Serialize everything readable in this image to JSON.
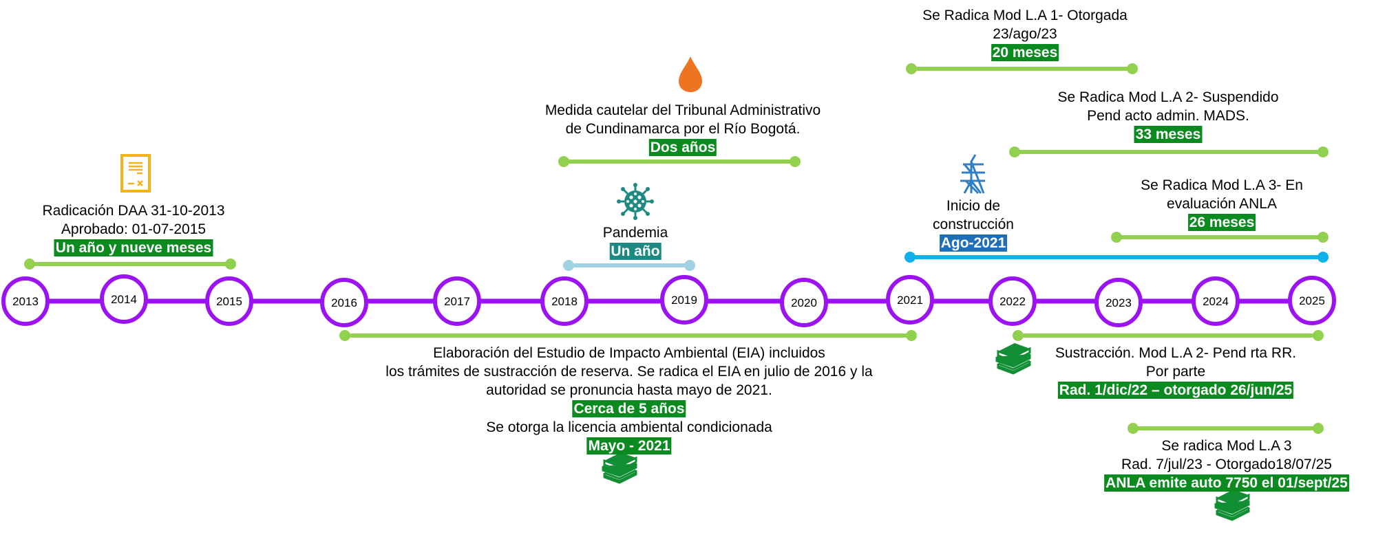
{
  "colors": {
    "axis": "#9b13f0",
    "span_green": "#92d050",
    "span_lightblue": "#9fd3e3",
    "span_blue": "#0fb0ea",
    "badge_green": "#0a8a1f",
    "badge_teal": "#1c8a82",
    "badge_blue": "#1f6fb8",
    "drop_orange": "#ee7421",
    "doc_yellow": "#f5b21b",
    "virus_teal": "#1c8a82",
    "tower_blue": "#2f7fc7",
    "books_green": "#128f35"
  },
  "years": [
    "2013",
    "2014",
    "2015",
    "2016",
    "2017",
    "2018",
    "2019",
    "2020",
    "2021",
    "2022",
    "2023",
    "2024",
    "2025"
  ],
  "events": {
    "daa": {
      "lines": [
        "Radicación DAA  31-10-2013",
        "Aprobado: 01-07-2015"
      ],
      "badge": "Un año y nueve meses",
      "icon": "document-icon"
    },
    "medida_cautelar": {
      "lines": [
        "Medida cautelar del Tribunal Administrativo",
        "de Cundinamarca por el Río Bogotá."
      ],
      "badge": "Dos años",
      "icon": "water-drop-icon"
    },
    "pandemia": {
      "lines": [
        "Pandemia"
      ],
      "badge": "Un año",
      "icon": "virus-icon"
    },
    "construccion": {
      "lines": [
        "Inicio de",
        "construcción"
      ],
      "badge": "Ago-2021",
      "icon": "power-tower-icon"
    },
    "mod_la_1": {
      "lines": [
        "Se Radica Mod L.A 1- Otorgada",
        "23/ago/23"
      ],
      "badge": "20 meses"
    },
    "mod_la_2": {
      "lines": [
        "Se Radica Mod L.A 2- Suspendido",
        "Pend acto admin. MADS."
      ],
      "badge": "33 meses"
    },
    "mod_la_3_eval": {
      "lines": [
        "Se Radica Mod L.A 3- En",
        "evaluación ANLA"
      ],
      "badge": "26 meses"
    },
    "eia": {
      "lines": [
        "Elaboración del Estudio de Impacto Ambiental (EIA) incluidos",
        "los trámites de sustracción de reserva. Se radica el EIA en julio de 2016 y la",
        "autoridad se pronuncia hasta mayo de 2021."
      ],
      "badge": "Cerca de 5 años",
      "line2": "Se otorga la licencia ambiental condicionada",
      "badge2": "Mayo - 2021",
      "icon": "books-icon"
    },
    "sustraccion": {
      "lines": [
        "Sustracción. Mod L.A 2- Pend rta RR.",
        "Por parte"
      ],
      "badge": "Rad. 1/dic/22 – otorgado 26/jun/25",
      "icon": "books-icon"
    },
    "mod_la_3": {
      "lines": [
        "Se radica Mod L.A 3",
        "Rad. 7/jul/23 - Otorgado18/07/25"
      ],
      "badge": "ANLA emite auto 7750 el 01/sept/25",
      "icon": "books-icon"
    }
  }
}
